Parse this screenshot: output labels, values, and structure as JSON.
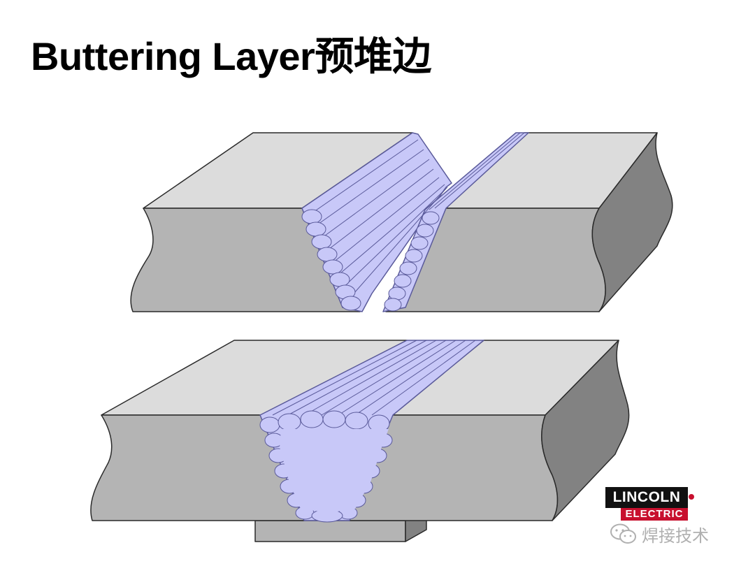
{
  "title": "Buttering Layer预堆边",
  "logo": {
    "top_text": "LINCOLN",
    "bottom_text": "ELECTRIC"
  },
  "watermark": {
    "text": "焊接技术",
    "icon": "wechat-icon"
  },
  "colors": {
    "plate_top": "#dcdcdc",
    "plate_front": "#b4b4b4",
    "plate_side": "#828282",
    "weld_fill": "#c8c8f8",
    "weld_stroke": "#5a5a9a",
    "outline": "#2a2a2a"
  }
}
